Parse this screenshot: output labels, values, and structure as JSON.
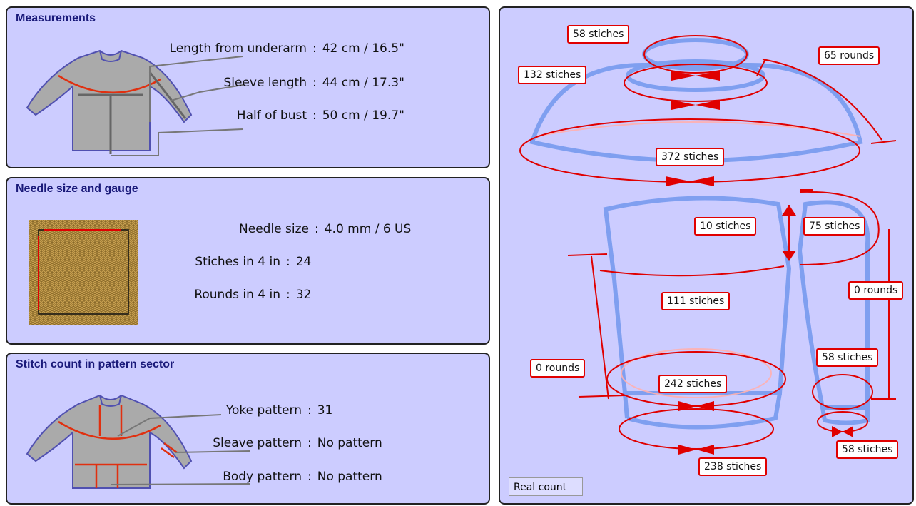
{
  "measurements": {
    "title": "Measurements",
    "rows": [
      {
        "label": "Length from underarm",
        "value": "42 cm / 16.5\""
      },
      {
        "label": "Sleeve length",
        "value": "44 cm / 17.3\""
      },
      {
        "label": "Half of bust",
        "value": "50 cm / 19.7\""
      }
    ]
  },
  "gauge": {
    "title": "Needle size and gauge",
    "rows": [
      {
        "label": "Needle size",
        "value": "4.0 mm / 6 US"
      },
      {
        "label": "Stiches in 4 in",
        "value": "24"
      },
      {
        "label": "Rounds in 4 in",
        "value": "32"
      }
    ]
  },
  "pattern": {
    "title": "Stitch count in pattern sector",
    "rows": [
      {
        "label": "Yoke pattern",
        "value": "31"
      },
      {
        "label": "Sleave pattern",
        "value": "No pattern"
      },
      {
        "label": "Body pattern",
        "value": "No pattern"
      }
    ]
  },
  "diagram": {
    "labels": {
      "neck": "58 stiches",
      "yoke_top": "132 stiches",
      "yoke_rounds": "65 rounds",
      "yoke_bottom": "372 stiches",
      "underarm": "10 stiches",
      "sleeve_top": "75 stiches",
      "body_top": "111 stiches",
      "sleeve_rounds": "0 rounds",
      "body_rounds": "0 rounds",
      "sleeve_cuff_top": "58 stiches",
      "body_hem_top": "242 stiches",
      "sleeve_cuff": "58 stiches",
      "body_hem": "238 stiches"
    },
    "footer_button": "Real count"
  },
  "colors": {
    "panel_bg": "#ccccff",
    "title": "#1a1a7a",
    "accent_red": "#e00000",
    "garment_blue": "#7f9ff0",
    "sweater_gray": "#aaaaaa",
    "sweater_outline": "#5050b0"
  }
}
